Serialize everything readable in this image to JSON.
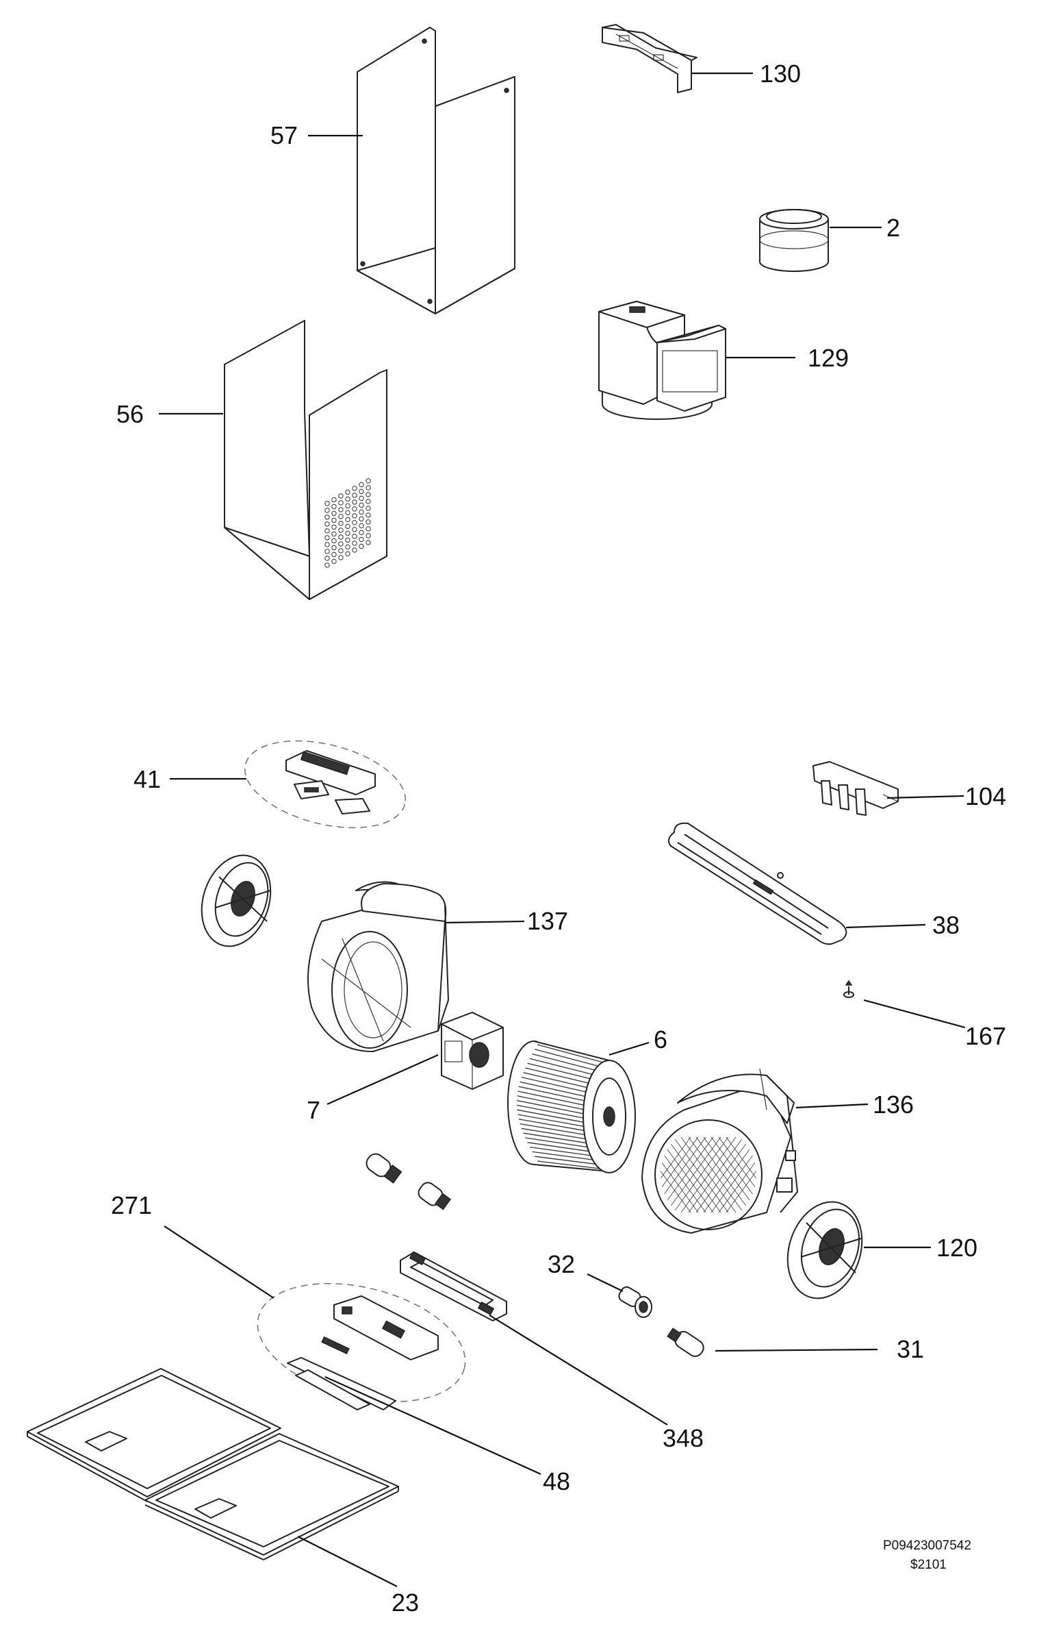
{
  "callouts": {
    "c130": "130",
    "c57": "57",
    "c2": "2",
    "c129": "129",
    "c56": "56",
    "c41": "41",
    "c104": "104",
    "c137": "137",
    "c38": "38",
    "c167": "167",
    "c6": "6",
    "c7": "7",
    "c136": "136",
    "c271": "271",
    "c120": "120",
    "c32": "32",
    "c31": "31",
    "c348": "348",
    "c48": "48",
    "c23": "23"
  },
  "footer": {
    "drawing_code": "P09423007542",
    "revision": "$2101"
  }
}
